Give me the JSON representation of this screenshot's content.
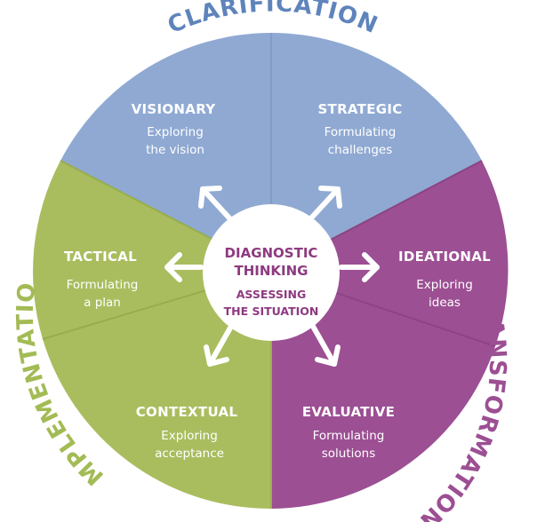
{
  "center": {
    "title_line1": "DIAGNOSTIC",
    "title_line2": "THINKING",
    "sub_line1": "ASSESSING",
    "sub_line2": "THE SITUATION"
  },
  "segments": [
    {
      "title": "VISIONARY",
      "line1": "Exploring",
      "line2": "the vision"
    },
    {
      "title": "STRATEGIC",
      "line1": "Formulating",
      "line2": "challenges"
    },
    {
      "title": "IDEATIONAL",
      "line1": "Exploring",
      "line2": "ideas"
    },
    {
      "title": "EVALUATIVE",
      "line1": "Formulating",
      "line2": "solutions"
    },
    {
      "title": "CONTEXTUAL",
      "line1": "Exploring",
      "line2": "acceptance"
    },
    {
      "title": "TACTICAL",
      "line1": "Formulating",
      "line2": "a plan"
    }
  ],
  "ring_labels": {
    "top": "CLARIFICATION",
    "right": "TRANSFORMATION",
    "left": "IMPLEMENTATION"
  },
  "colors": {
    "clarification": "#8fa9d2",
    "transformation": "#9c4f93",
    "implementation": "#a9bd5e",
    "clarification_label": "#5f84bc",
    "transformation_label": "#9c4f93",
    "implementation_label": "#a3bb55",
    "center_text": "#8e3a80"
  }
}
